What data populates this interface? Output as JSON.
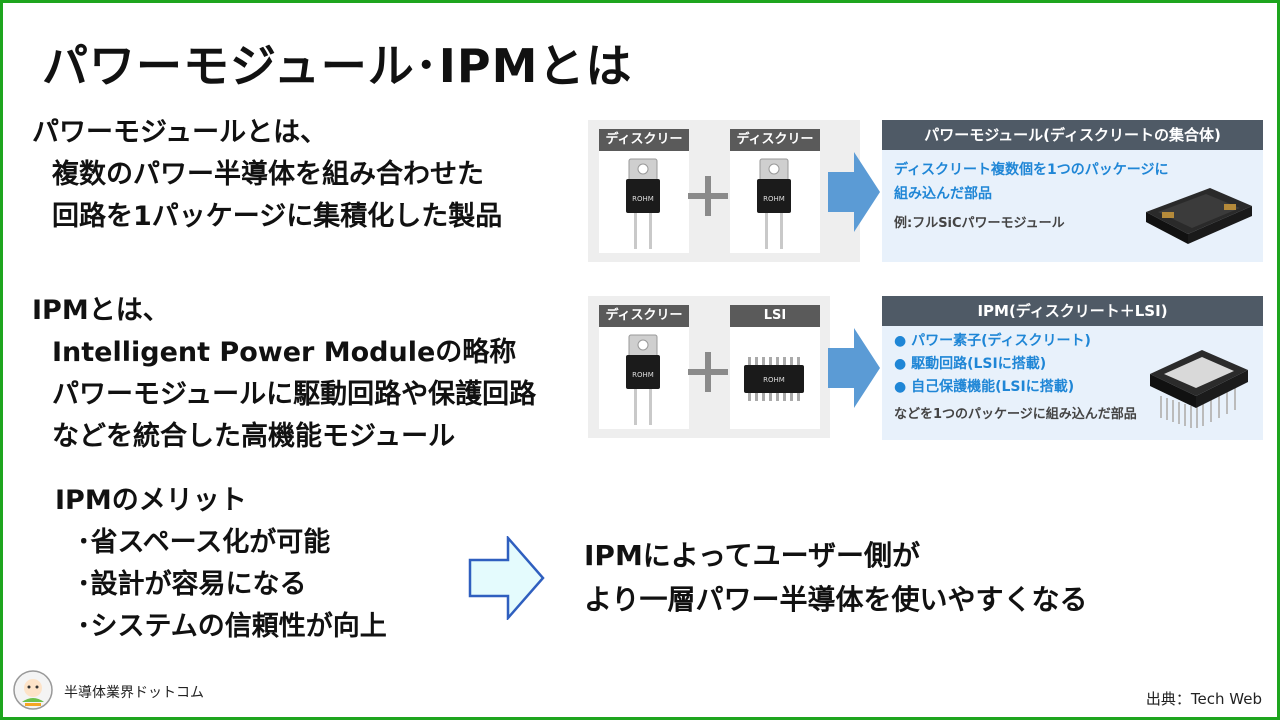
{
  "title": "パワーモジュール･IPMとは",
  "section1": {
    "lines": [
      "パワーモジュールとは、",
      "複数のパワー半導体を組み合わせた",
      "回路を1パッケージに集積化した製品"
    ]
  },
  "section2": {
    "lines": [
      "IPMとは、",
      "Intelligent Power Moduleの略称",
      "パワーモジュールに駆動回路や保護回路",
      "などを統合した高機能モジュール"
    ]
  },
  "section3": {
    "heading": "IPMのメリット",
    "bullets": [
      "･省スペース化が可能",
      "･設計が容易になる",
      "･システムの信頼性が向上"
    ]
  },
  "conclusion": {
    "lines": [
      "IPMによってユーザー側が",
      "より一層パワー半導体を使いやすくなる"
    ]
  },
  "diagram1": {
    "card_a": "ディスクリート",
    "card_b": "ディスクリート",
    "result_title": "パワーモジュール(ディスクリートの集合体)",
    "result_lines": [
      "ディスクリート複数個を1つのパッケージに",
      "組み込んだ部品"
    ],
    "example": "例:フルSiCパワーモジュール"
  },
  "diagram2": {
    "card_a": "ディスクリート",
    "card_b": "LSI",
    "result_title": "IPM(ディスクリート＋LSI)",
    "result_bullets": [
      "● パワー素子(ディスクリート)",
      "● 駆動回路(LSIに搭載)",
      "● 自己保護機能(LSIに搭載)"
    ],
    "result_note": "などを1つのパッケージに組み込んだ部品"
  },
  "chip_brand": "ROHM",
  "footer": {
    "site_name": "半導体業界ドットコム",
    "source": "出典：Tech Web"
  },
  "colors": {
    "frame": "#1ea51e",
    "arrow_fill": "#e4fbfd",
    "arrow_stroke": "#2f5fbf",
    "diagram_blue": "#1f86d6"
  }
}
